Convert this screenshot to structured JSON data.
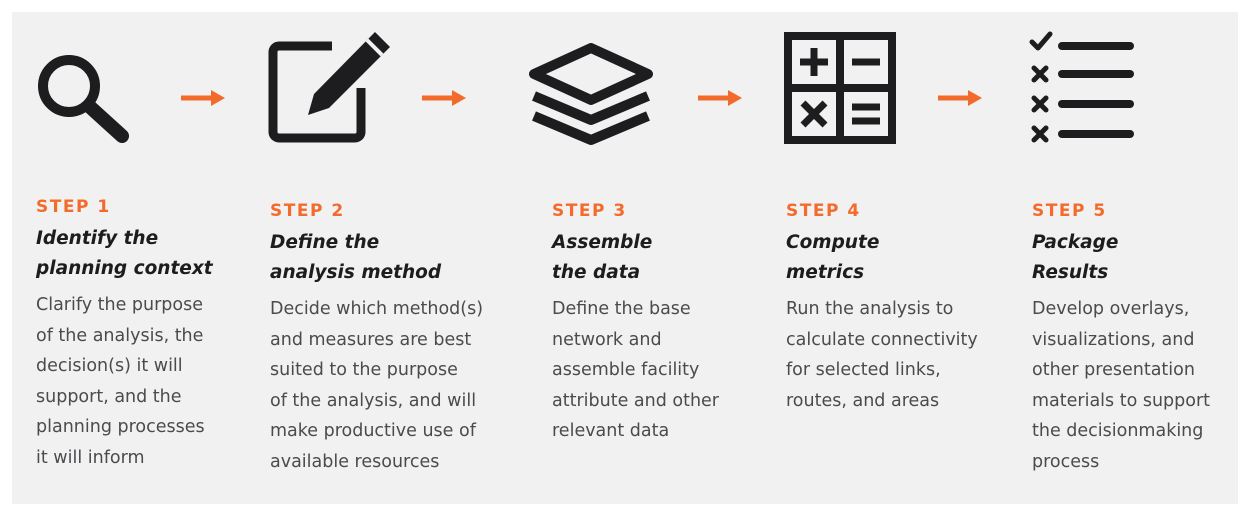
{
  "colors": {
    "accent": "#f26b2a",
    "icon": "#1d1d1f",
    "background": "#f1f1f2"
  },
  "steps": [
    {
      "label": "STEP 1",
      "title": "Identify the\nplanning context",
      "description": "Clarify the purpose\nof the analysis, the\ndecision(s) it will\nsupport, and the\nplanning processes\nit will inform",
      "icon": "magnifying-glass-icon"
    },
    {
      "label": "STEP 2",
      "title": "Define the\nanalysis method",
      "description": "Decide which method(s)\nand measures are best\nsuited to the purpose\nof the analysis, and will\nmake productive use of\navailable resources",
      "icon": "edit-pencil-icon"
    },
    {
      "label": "STEP 3",
      "title": "Assemble\nthe data",
      "description": "Define the base\nnetwork and\nassemble facility\nattribute and other\nrelevant data",
      "icon": "layers-icon"
    },
    {
      "label": "STEP 4",
      "title": "Compute\nmetrics",
      "description": "Run the analysis to\ncalculate connectivity\nfor selected links,\nroutes, and areas",
      "icon": "calculator-icon"
    },
    {
      "label": "STEP 5",
      "title": "Package\nResults",
      "description": "Develop overlays,\nvisualizations, and\nother presentation\nmaterials to support\nthe decisionmaking\nprocess",
      "icon": "checklist-icon"
    }
  ]
}
